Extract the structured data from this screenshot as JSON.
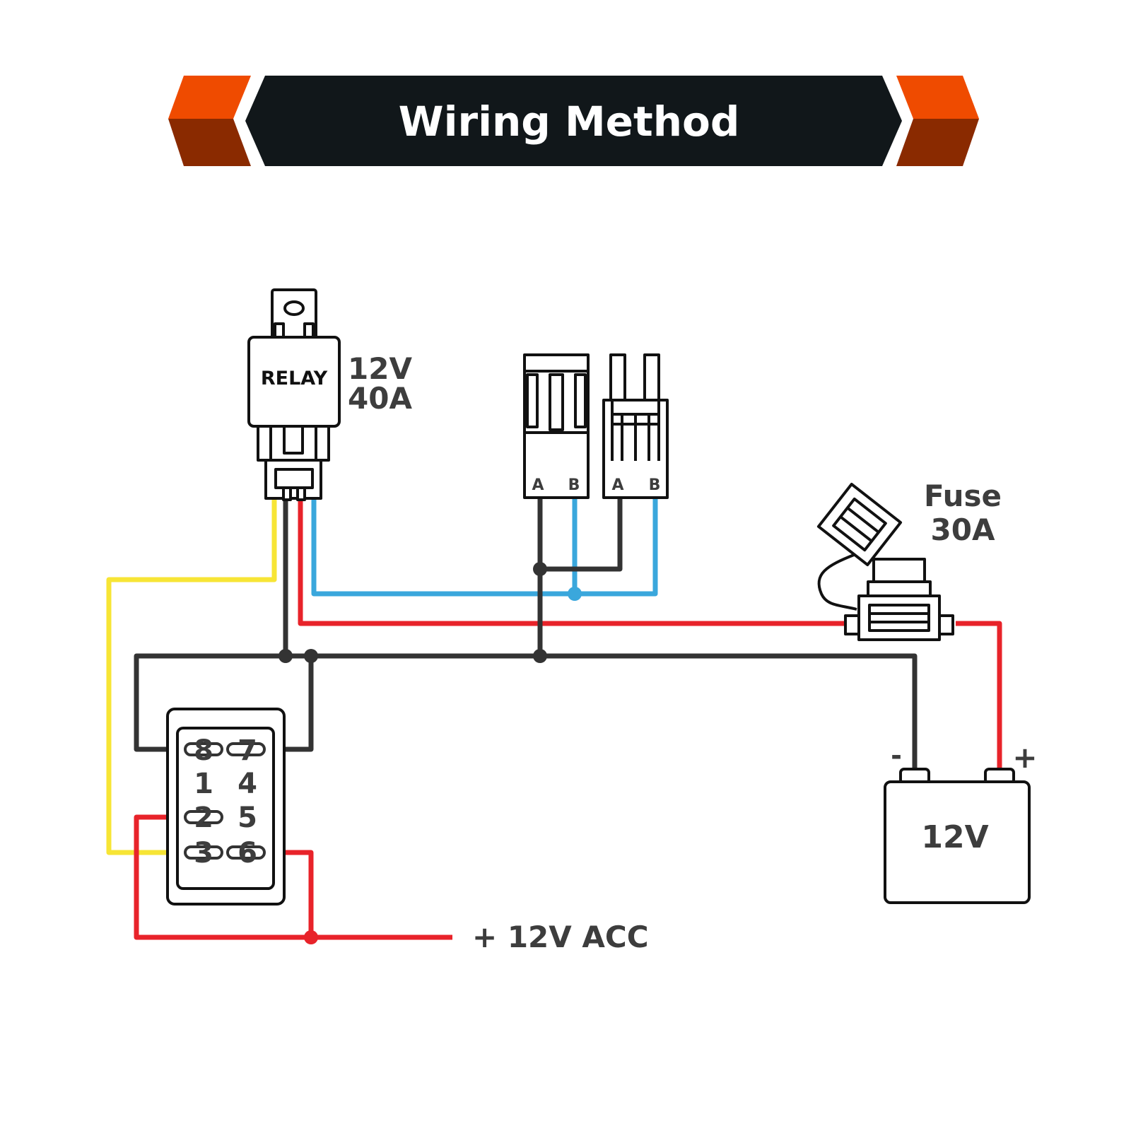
{
  "banner": {
    "title": "Wiring Method"
  },
  "relay": {
    "label": "RELAY",
    "voltage": "12V",
    "current": "40A"
  },
  "connectors": {
    "left": {
      "pin_a": "A",
      "pin_b": "B"
    },
    "right": {
      "pin_a": "A",
      "pin_b": "B"
    }
  },
  "fuse": {
    "label": "Fuse",
    "rating": "30A"
  },
  "battery": {
    "label": "12V",
    "neg": "-",
    "pos": "+"
  },
  "switch": {
    "pins": [
      "8",
      "7",
      "1",
      "4",
      "2",
      "5",
      "3",
      "6"
    ]
  },
  "acc": {
    "label": "+ 12V ACC"
  },
  "colors": {
    "banner_bg": "#11171a",
    "banner_accent": "#ef4b00",
    "banner_accent_dark": "#8a2a00",
    "wire_black": "#333333",
    "wire_red": "#e8232a",
    "wire_yellow": "#f7e535",
    "wire_blue": "#3aa7dc"
  }
}
